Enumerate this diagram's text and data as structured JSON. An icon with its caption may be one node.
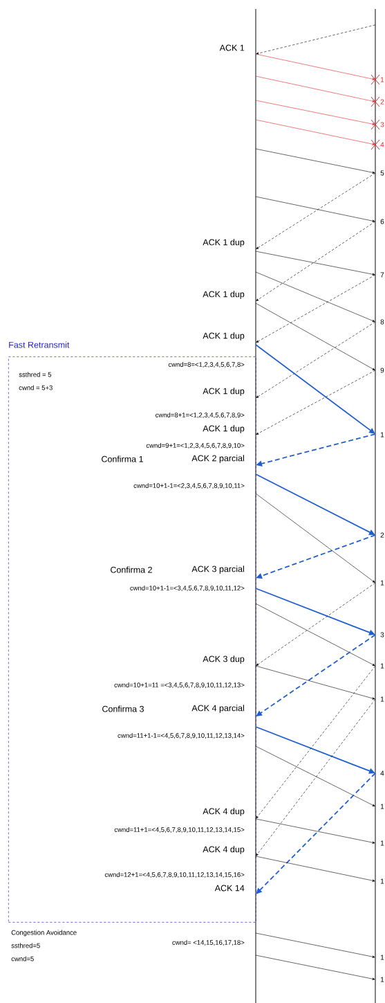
{
  "diagram": {
    "nodes": [
      {
        "text": [],
        "shape": "bar"
      },
      {
        "text": [],
        "shape": "bar"
      },
      {
        "text": [
          "Fast Retransmit",
          "ssthred = 5",
          "cwnd = 5+3"
        ]
      }
    ],
    "edges": [
      {
        "from": 1,
        "to": 0,
        "arrow": "to",
        "style": "dashed"
      },
      {
        "from": 0,
        "to": 1,
        "arrow": "to",
        "color": "#e0262a"
      },
      {
        "from": 0,
        "to": 1,
        "arrow": "to",
        "color": "#e0262a"
      },
      {
        "from": 0,
        "to": 1,
        "arrow": "to",
        "color": "#e0262a"
      },
      {
        "from": 0,
        "to": 1,
        "arrow": "to",
        "color": "#e0262a"
      },
      {
        "from": 0,
        "to": 1,
        "arrow": "to"
      },
      {
        "from": 1,
        "to": 0,
        "arrow": "to",
        "style": "dashed"
      },
      {
        "from": 0,
        "to": 1,
        "arrow": "to"
      },
      {
        "from": 1,
        "to": 0,
        "arrow": "to",
        "style": "dashed"
      },
      {
        "from": 0,
        "to": 1,
        "arrow": "to"
      },
      {
        "from": 0,
        "to": 1,
        "arrow": "to"
      },
      {
        "from": 1,
        "to": 0,
        "arrow": "to",
        "style": "dashed"
      },
      {
        "from": 0,
        "to": 1,
        "arrow": "to"
      },
      {
        "from": 1,
        "to": 0,
        "arrow": "to",
        "style": "dashed"
      },
      {
        "from": 0,
        "to": 1,
        "arrow": "to",
        "color": "#1f5fd0"
      },
      {
        "from": 1,
        "to": 0,
        "arrow": "to",
        "style": "dashed"
      },
      {
        "from": 1,
        "to": 0,
        "arrow": "to",
        "style": "dashed",
        "color": "#1f5fd0"
      },
      {
        "from": 0,
        "to": 1,
        "arrow": "to",
        "color": "#1f5fd0"
      },
      {
        "from": 0,
        "to": 1,
        "arrow": "to"
      },
      {
        "from": 1,
        "to": 0,
        "arrow": "to",
        "style": "dashed",
        "color": "#1f5fd0"
      },
      {
        "from": 0,
        "to": 1,
        "arrow": "to",
        "color": "#1f5fd0"
      },
      {
        "from": 1,
        "to": 0,
        "arrow": "to",
        "style": "dashed"
      },
      {
        "from": 0,
        "to": 1,
        "arrow": "to"
      },
      {
        "from": 0,
        "to": 1,
        "arrow": "to"
      },
      {
        "from": 1,
        "to": 0,
        "arrow": "to",
        "style": "dashed",
        "color": "#1f5fd0"
      },
      {
        "from": 0,
        "to": 1,
        "arrow": "to",
        "color": "#1f5fd0"
      },
      {
        "from": 1,
        "to": 0,
        "arrow": "to",
        "style": "dashed"
      },
      {
        "from": 0,
        "to": 1,
        "arrow": "to"
      },
      {
        "from": 1,
        "to": 0,
        "arrow": "to",
        "style": "dashed"
      },
      {
        "from": 1,
        "to": 0,
        "arrow": "to",
        "style": "dashed",
        "color": "#1f5fd0"
      },
      {
        "from": 0,
        "to": 1,
        "arrow": "to"
      },
      {
        "from": 0,
        "to": 1,
        "arrow": "to"
      },
      {
        "from": 0,
        "to": 1,
        "arrow": "to"
      },
      {
        "from": 0,
        "to": 1,
        "arrow": "to"
      }
    ],
    "labels": [
      "ACK 1",
      "1",
      "2",
      "3",
      "4",
      "5",
      "6",
      "ACK 1 dup",
      "7",
      "ACK 1 dup",
      "8",
      "ACK 1 dup",
      "cwnd=8=<1,2,3,4,5,6,7,8>",
      "9",
      "ACK 1 dup",
      "cwnd=8+1=<1,2,3,4,5,6,7,8,9>",
      "1",
      "ACK 1 dup",
      "cwnd=9+1=<1,2,3,4,5,6,7,8,9,10>",
      "Confirma 1",
      "ACK 2 parcial",
      "cwnd=10+1-1=<2,3,4,5,6,7,8,9,10,11>",
      "2",
      "Confirma 2",
      "ACK 3 parcial",
      "1",
      "cwnd=10+1-1=<3,4,5,6,7,8,9,10,11,12>",
      "3",
      "ACK 3 dup",
      "1",
      "cwnd=10+1=11 =<3,4,5,6,7,8,9,10,11,12,13>",
      "1",
      "Confirma 3",
      "ACK 4 parcial",
      "cwnd=11+1-1=<4,5,6,7,8,9,10,11,12,13,14>",
      "4",
      "1",
      "ACK 4 dup",
      "cwnd=11+1=<4,5,6,7,8,9,10,11,12,13,14,15>",
      "1",
      "ACK 4 dup",
      "cwnd=12+1=<4,5,6,7,8,9,10,11,12,13,14,15,16>",
      "1",
      "ACK 14",
      "Congestion Avoidance",
      "cwnd= <14,15,16,17,18>",
      "ssthred=5",
      "cwnd=5",
      "1",
      "1"
    ]
  }
}
